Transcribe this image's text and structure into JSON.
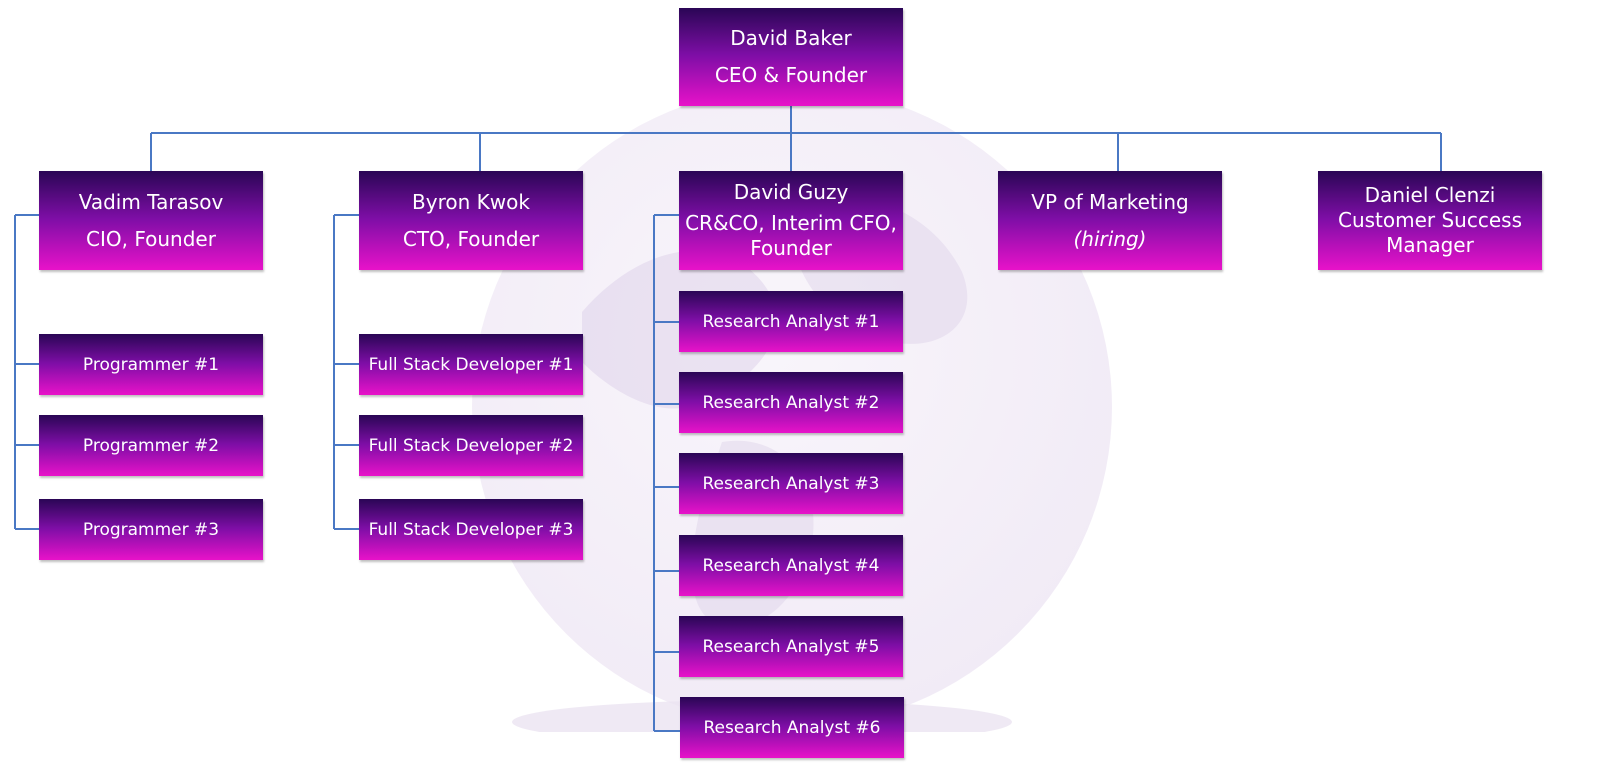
{
  "ceo": {
    "name": "David Baker",
    "title": "CEO & Founder"
  },
  "cio": {
    "name": "Vadim Tarasov",
    "title": "CIO, Founder"
  },
  "cto": {
    "name": "Byron Kwok",
    "title": "CTO, Founder"
  },
  "crco": {
    "name": "David Guzy",
    "title_line1": "CR&CO, Interim CFO,",
    "title_line2": "Founder"
  },
  "vp_marketing": {
    "title": "VP of Marketing",
    "status": "(hiring)"
  },
  "csm": {
    "name": "Daniel Clenzi",
    "title_line1": "Customer Success",
    "title_line2": "Manager"
  },
  "programmers": [
    "Programmer #1",
    "Programmer #2",
    "Programmer #3"
  ],
  "developers": [
    "Full Stack Developer #1",
    "Full Stack Developer #2",
    "Full Stack Developer #3"
  ],
  "analysts": [
    "Research Analyst #1",
    "Research Analyst #2",
    "Research Analyst #3",
    "Research Analyst #4",
    "Research Analyst #5",
    "Research Analyst #6"
  ],
  "colors": {
    "connector": "#4a78c4",
    "box_top": "#2a0655",
    "box_mid": "#7e0ea6",
    "box_bottom": "#e812c9",
    "text": "#ffffff"
  }
}
